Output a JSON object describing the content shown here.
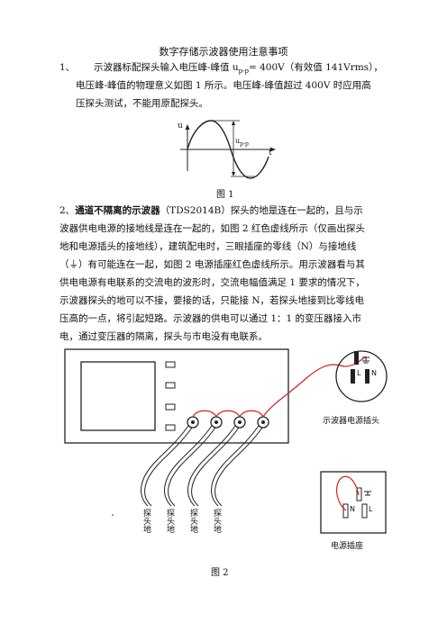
{
  "document": {
    "title": "数字存储示波器使用注意事项",
    "section1": {
      "number": "1、",
      "line1_a": "示波器标配探头输入电压峰-峰值 u",
      "line1_sub": "p-p",
      "line1_b": "= 400V（有效值 141Vrms），",
      "line2": "电压峰-峰值的物理意义如图 1 所示。电压峰-峰值超过 400V 时应用高",
      "line3": "压探头测试，不能用原配探头。"
    },
    "figure1": {
      "axis_u": "u",
      "axis_t": "t",
      "label_main": "u",
      "label_sub": "p-p",
      "caption": "图 1"
    },
    "section2": {
      "lead": "2、",
      "bold": "通道不隔离的示波器",
      "line1_rest": "（TDS2014B）探头的地是连在一起的，且与示",
      "line2": "波器供电电源的接地线是连在一起的，如图 2 红色虚线所示（仅画出探头",
      "line3": "地和电源插头的接地线），建筑配电时，三眼插座的零线（N）与接地线",
      "line4": "（⏚）有可能连在一起，如图 2 电源插座红色虚线所示。用示波器看与其",
      "line5": "供电电源有电联系的交流电的波形时，交流电幅值满足 1  要求的情况下，",
      "line6": "示波器探头的地可以不接，要接的话，只能接 N，若探头地接到比零线电",
      "line7": "压高的一点，将引起短路。示波器的供电可以通过 1：1 的变压器接入市",
      "line8": "电，通过变压器的隔离，探头与市电没有电联系。"
    },
    "figure2": {
      "probe_labels": [
        "探头地",
        "探头地",
        "探头地",
        "探头地"
      ],
      "plug_L": "L",
      "plug_N": "N",
      "plug_caption": "示波器电源插头",
      "socket_N": "N",
      "socket_L": "L",
      "socket_caption": "电源插座",
      "caption": "图 2"
    }
  },
  "colors": {
    "text": "#111111",
    "wire_red": "#d42020",
    "line_black": "#222222"
  }
}
